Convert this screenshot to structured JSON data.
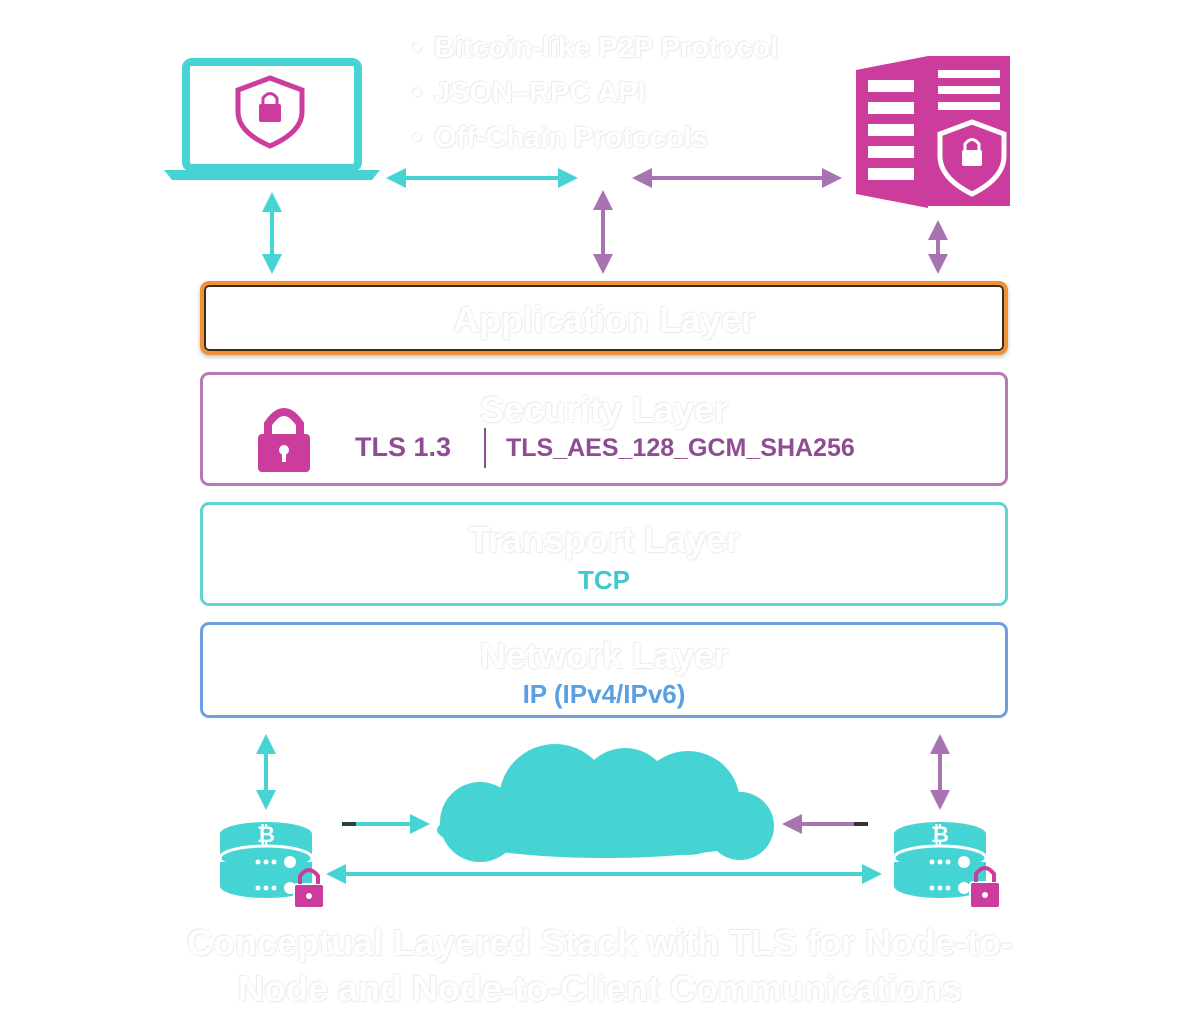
{
  "bullets": [
    "Bitcoin-like P2P Protocol",
    "JSON–RPC API",
    "Off-Chain Protocols"
  ],
  "bullet_char": "•",
  "layers": {
    "application": {
      "title": "Application Layer"
    },
    "security": {
      "title": "Security Layer",
      "tls_version": "TLS 1.3",
      "cipher_suite": "TLS_AES_128_GCM_SHA256"
    },
    "transport": {
      "title": "Transport Layer",
      "protocol": "TCP"
    },
    "network": {
      "title": "Network Layer",
      "protocol": "IP (IPv4/IPv6)"
    }
  },
  "caption": {
    "line1": "Conceptual Layered Stack with TLS for Node-to-",
    "line2": "Node and Node-to-Client Communications"
  },
  "colors": {
    "teal": "#45d3d3",
    "magenta": "#cc3c9c",
    "purple": "#a773b0",
    "orange": "#f0913a",
    "blue": "#6f9fe0"
  },
  "icons": {
    "client": "laptop-shield-lock-icon",
    "server": "server-shield-lock-icon",
    "internet": "cloud-icon",
    "node_left": "bitcoin-node-database-lock-icon",
    "node_right": "bitcoin-node-database-lock-icon",
    "security": "padlock-icon"
  }
}
